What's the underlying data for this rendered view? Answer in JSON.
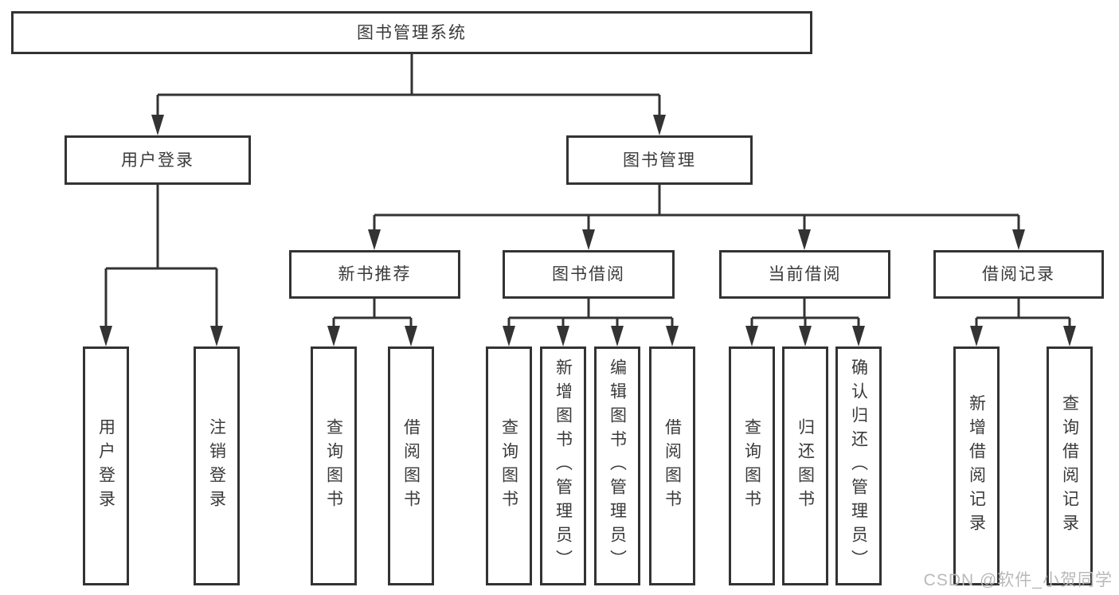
{
  "watermark": "CSDN @软件_小贺同学",
  "tree": {
    "root": {
      "label": "图书管理系统"
    },
    "branches": [
      {
        "label": "用户登录",
        "children": [
          "用户登录",
          "注销登录"
        ]
      },
      {
        "label": "图书管理",
        "groups": [
          {
            "label": "新书推荐",
            "children": [
              "查询图书",
              "借阅图书"
            ]
          },
          {
            "label": "图书借阅",
            "children": [
              "查询图书",
              "新增图书（管理员）",
              "编辑图书（管理员）",
              "借阅图书"
            ]
          },
          {
            "label": "当前借阅",
            "children": [
              "查询图书",
              "归还图书",
              "确认归还（管理员）"
            ]
          },
          {
            "label": "借阅记录",
            "children": [
              "新增借阅记录",
              "查询借阅记录"
            ]
          }
        ]
      }
    ]
  },
  "colors": {
    "line": "#333333",
    "text": "#3a3a3a",
    "watermark": "#b9b9b9"
  }
}
